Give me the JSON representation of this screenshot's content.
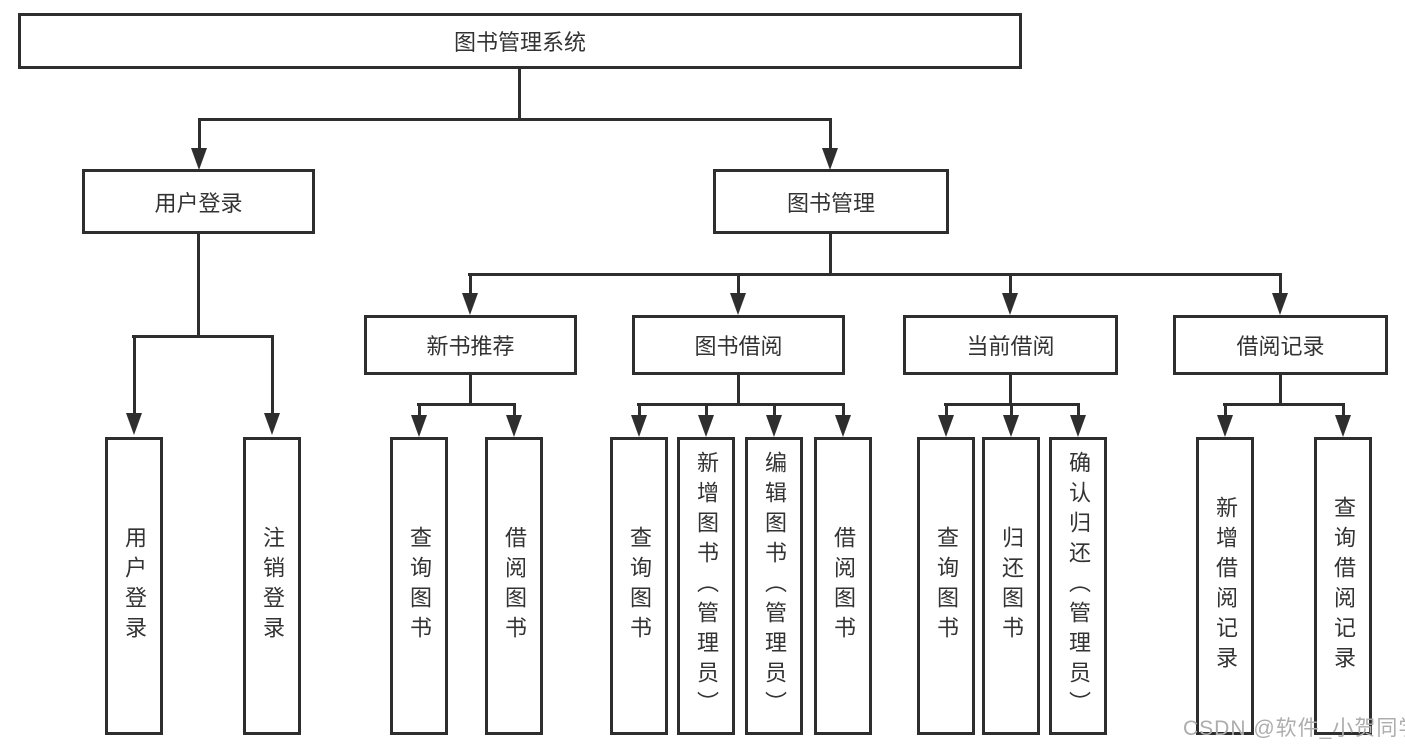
{
  "colors": {
    "line": "#2e2e2e",
    "text": "#333333",
    "watermark": "#adadad",
    "background": "#ffffff"
  },
  "watermark": {
    "text": "CSDN @软件_小贺同学"
  },
  "tree": {
    "root": "图书管理系统",
    "branches": [
      {
        "label": "用户登录",
        "children": [
          "用户登录",
          "注销登录"
        ]
      },
      {
        "label": "图书管理",
        "sections": [
          {
            "label": "新书推荐",
            "children": [
              "查询图书",
              "借阅图书"
            ]
          },
          {
            "label": "图书借阅",
            "children": [
              "查询图书",
              "新增图书（管理员）",
              "编辑图书（管理员）",
              "借阅图书"
            ]
          },
          {
            "label": "当前借阅",
            "children": [
              "查询图书",
              "归还图书",
              "确认归还（管理员）"
            ]
          },
          {
            "label": "借阅记录",
            "children": [
              "新增借阅记录",
              "查询借阅记录"
            ]
          }
        ]
      }
    ]
  }
}
